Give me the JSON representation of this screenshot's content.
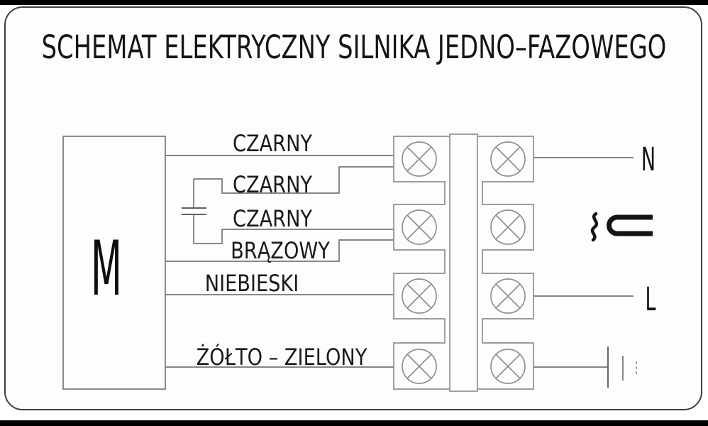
{
  "title": "SCHEMAT ELEKTRYCZNY SILNIKA JEDNO–FAZOWEGO",
  "motor": {
    "label": "M"
  },
  "wires": [
    {
      "label": "CZARNY"
    },
    {
      "label": "CZARNY"
    },
    {
      "label": "CZARNY"
    },
    {
      "label": "BRĄZOWY"
    },
    {
      "label": "NIEBIESKI"
    },
    {
      "label": "ŻÓŁTO – ZIELONY"
    }
  ],
  "terminals": {
    "neutral": "N",
    "line": "L"
  },
  "icons": {
    "terminal_screw": "circle-with-x",
    "capacitor": "two-parallel-plates",
    "ground": "three-descending-bars-rotated",
    "ac_capacitor_marker": "tilde-squiggle-and-c-bracket"
  },
  "colors": {
    "diagram_line": "#757575",
    "terminal_line": "#8f8f8f",
    "text": "#1a1a1a",
    "page_border": "#3f3f3f",
    "crop_bar": "#000000",
    "page_background": "#fdfdfe"
  }
}
